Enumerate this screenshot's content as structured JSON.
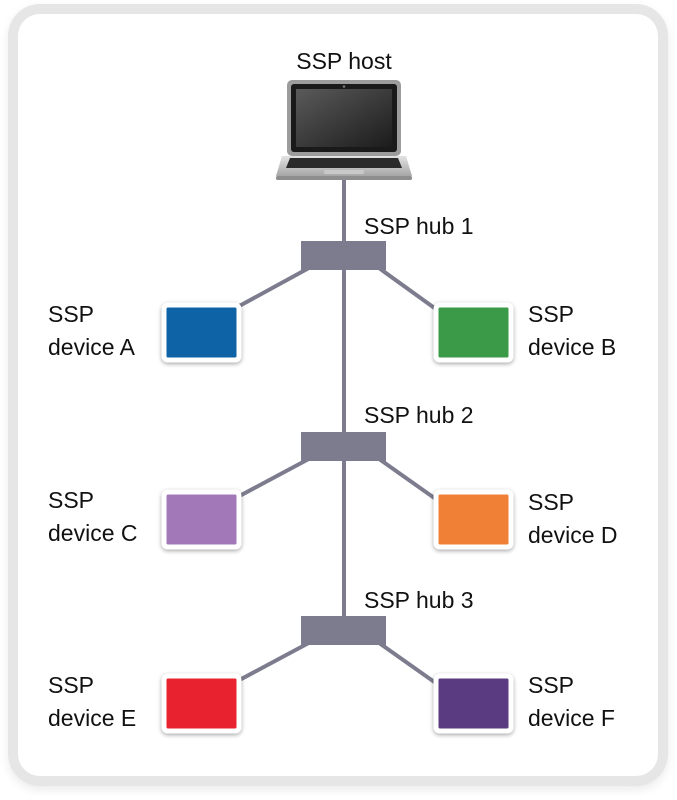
{
  "host": {
    "label": "SSP host"
  },
  "hubs": [
    {
      "label": "SSP hub 1"
    },
    {
      "label": "SSP hub 2"
    },
    {
      "label": "SSP hub 3"
    }
  ],
  "devices": [
    {
      "line1": "SSP",
      "line2": "device A",
      "color": "#0b63a5"
    },
    {
      "line1": "SSP",
      "line2": "device B",
      "color": "#3a9a46"
    },
    {
      "line1": "SSP",
      "line2": "device C",
      "color": "#a278b8"
    },
    {
      "line1": "SSP",
      "line2": "device D",
      "color": "#f08035"
    },
    {
      "line1": "SSP",
      "line2": "device E",
      "color": "#e8232f"
    },
    {
      "line1": "SSP",
      "line2": "device F",
      "color": "#5a3a82"
    }
  ],
  "colors": {
    "link": "#7c7c8e",
    "hub": "#7c7c8e",
    "device_border": "#ffffff"
  }
}
